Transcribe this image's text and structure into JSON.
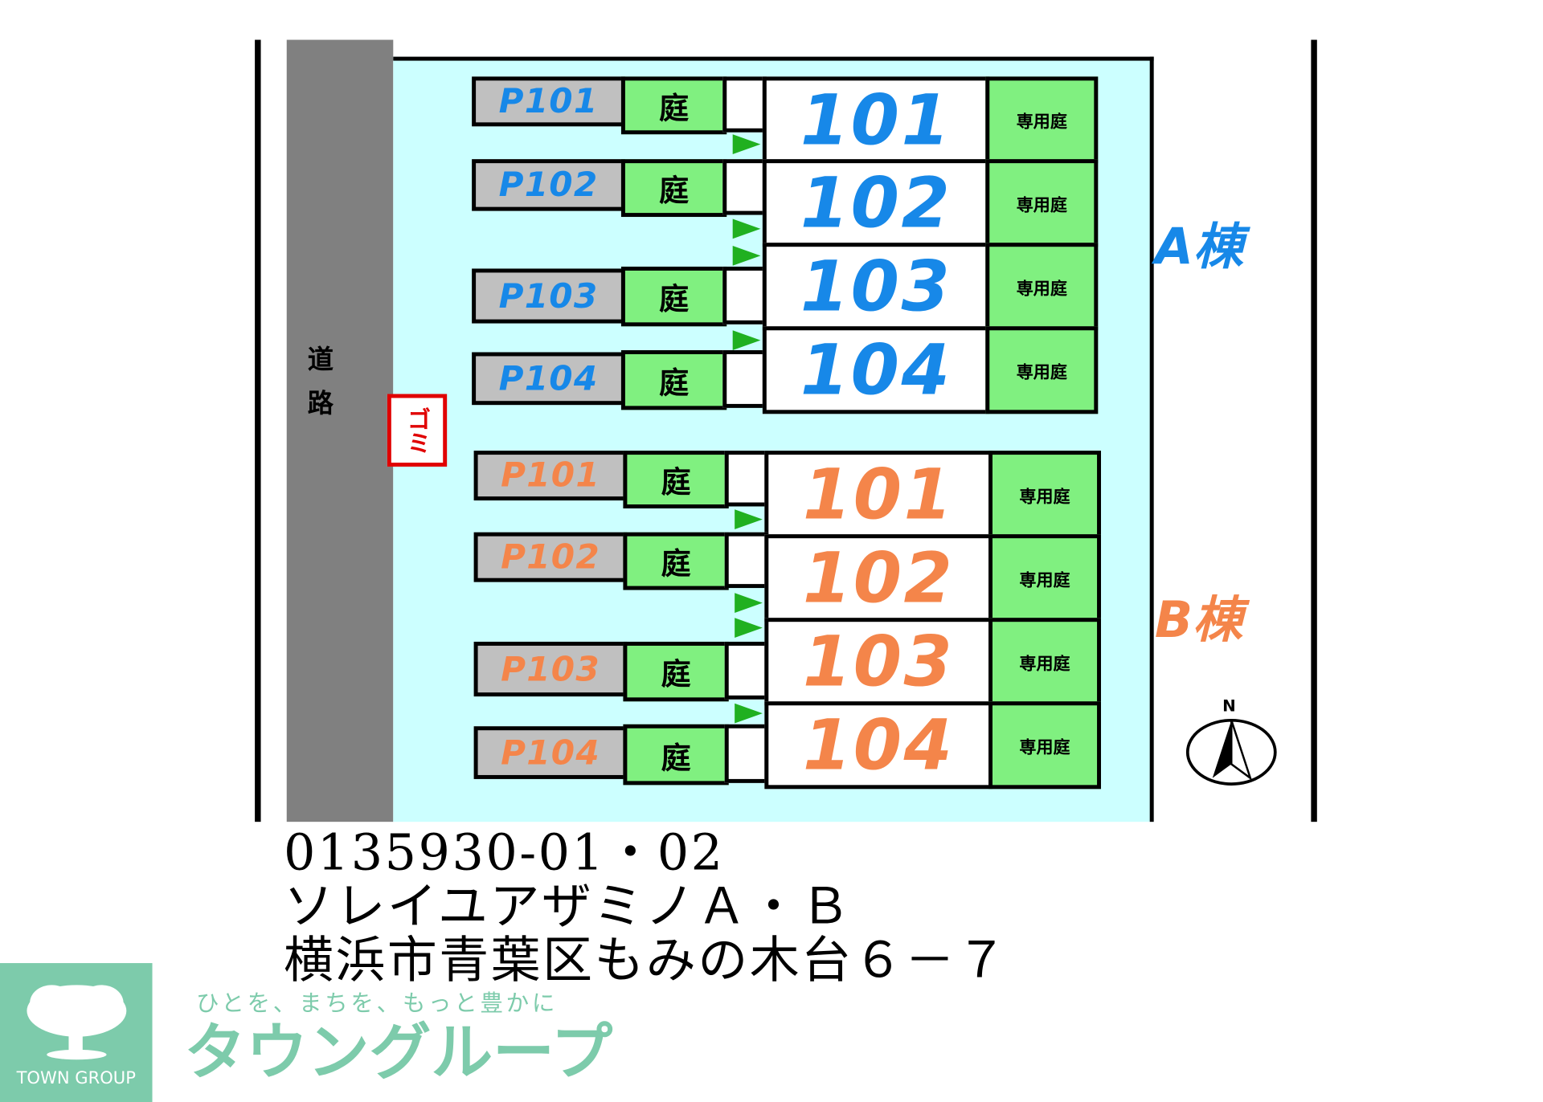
{
  "road_label": "道路",
  "garbage_label": "ゴミ",
  "colors": {
    "building_a": "#1788e8",
    "building_b": "#f4854a",
    "road": "#808080",
    "lot": "#ccffff",
    "garden": "#80f080",
    "parking": "#c0c0c0",
    "logo": "#7dcbab"
  },
  "building_a": {
    "label": "A棟",
    "rows": [
      {
        "parking": "P101",
        "garden": "庭",
        "unit": "101",
        "private_garden": "専用庭"
      },
      {
        "parking": "P102",
        "garden": "庭",
        "unit": "102",
        "private_garden": "専用庭"
      },
      {
        "parking": "P103",
        "garden": "庭",
        "unit": "103",
        "private_garden": "専用庭"
      },
      {
        "parking": "P104",
        "garden": "庭",
        "unit": "104",
        "private_garden": "専用庭"
      }
    ]
  },
  "building_b": {
    "label": "B棟",
    "rows": [
      {
        "parking": "P101",
        "garden": "庭",
        "unit": "101",
        "private_garden": "専用庭"
      },
      {
        "parking": "P102",
        "garden": "庭",
        "unit": "102",
        "private_garden": "専用庭"
      },
      {
        "parking": "P103",
        "garden": "庭",
        "unit": "103",
        "private_garden": "専用庭"
      },
      {
        "parking": "P104",
        "garden": "庭",
        "unit": "104",
        "private_garden": "専用庭"
      }
    ]
  },
  "compass": {
    "label": "N",
    "icon": "north-arrow-icon"
  },
  "info": {
    "code": "0135930-01・02",
    "name": "ソレイユアザミノＡ・Ｂ",
    "address": "横浜市青葉区もみの木台６－７"
  },
  "logo": {
    "brand_en": "TOWN GROUP",
    "tagline": "ひとを、まちを、もっと豊かに",
    "brand_jp": "タウングループ"
  }
}
